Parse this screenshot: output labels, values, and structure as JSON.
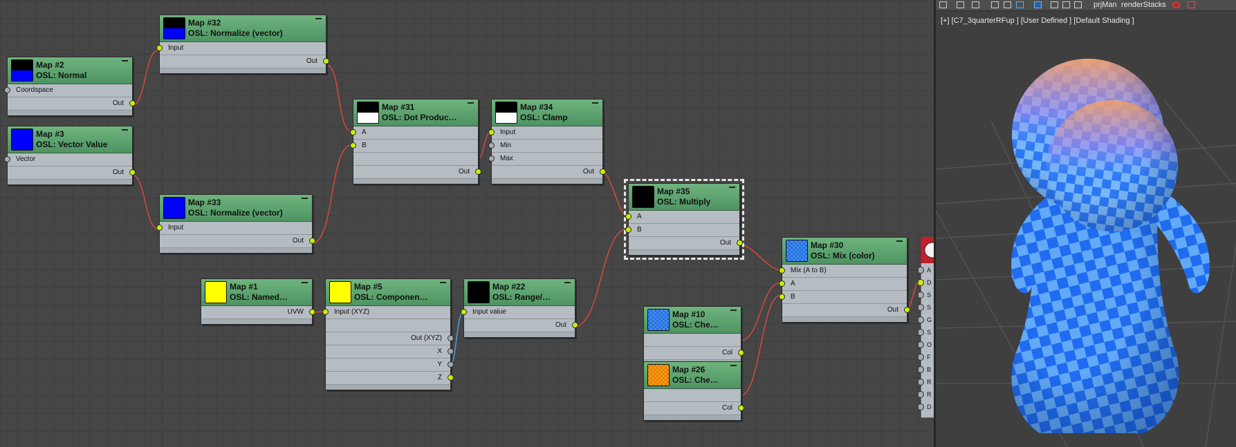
{
  "colors": {
    "header_green": "#5aa36d",
    "wire": "#d9473f",
    "wire_blue": "#4a9fe0",
    "socket_on": "#c8f000",
    "socket_off": "#a7adb2",
    "node_body": "#b5bcc2"
  },
  "nodes": {
    "map32": {
      "name": "Map #32",
      "type": "OSL: Normalize (vector)",
      "rows": [
        "Input",
        "Out"
      ]
    },
    "map2": {
      "name": "Map #2",
      "type": "OSL: Normal",
      "rows": [
        "Coordspace",
        "Out"
      ]
    },
    "map3": {
      "name": "Map #3",
      "type": "OSL: Vector Value",
      "rows": [
        "Vector",
        "Out"
      ]
    },
    "map33": {
      "name": "Map #33",
      "type": "OSL: Normalize (vector)",
      "rows": [
        "Input",
        "Out"
      ]
    },
    "map31": {
      "name": "Map #31",
      "type": "OSL: Dot Produc…",
      "rows": [
        "A",
        "B",
        "Out"
      ]
    },
    "map34": {
      "name": "Map #34",
      "type": "OSL: Clamp",
      "rows": [
        "Input",
        "Min",
        "Max",
        "Out"
      ]
    },
    "map35": {
      "name": "Map #35",
      "type": "OSL: Multiply",
      "rows": [
        "A",
        "B",
        "Out"
      ]
    },
    "map1": {
      "name": "Map #1",
      "type": "OSL: Named…",
      "rows": [
        "UVW"
      ]
    },
    "map5": {
      "name": "Map #5",
      "type": "OSL: Componen…",
      "rows": [
        "Input (XYZ)",
        "Out (XYZ)",
        "X",
        "Y",
        "Z"
      ]
    },
    "map22": {
      "name": "Map #22",
      "type": "OSL: Range/…",
      "rows": [
        "Input value",
        "Out"
      ]
    },
    "map30": {
      "name": "Map #30",
      "type": "OSL: Mix (color)",
      "rows": [
        "Mix (A to B)",
        "A",
        "B",
        "Out"
      ]
    },
    "map10": {
      "name": "Map #10",
      "type": "OSL: Che…",
      "rows": [
        "Col"
      ]
    },
    "map26": {
      "name": "Map #26",
      "type": "OSL: Che…",
      "rows": [
        "Col"
      ]
    }
  },
  "viewport": {
    "label": "[+] [C7_3quarterRFup ] [User Defined ] [Default Shading ]",
    "toolbar": {
      "item1": "prjMan",
      "item2": "renderStacks"
    },
    "partial_node_letters": [
      "A",
      "D",
      "S",
      "S",
      "G",
      "S",
      "O",
      "F",
      "B",
      "R",
      "R",
      "D"
    ]
  }
}
